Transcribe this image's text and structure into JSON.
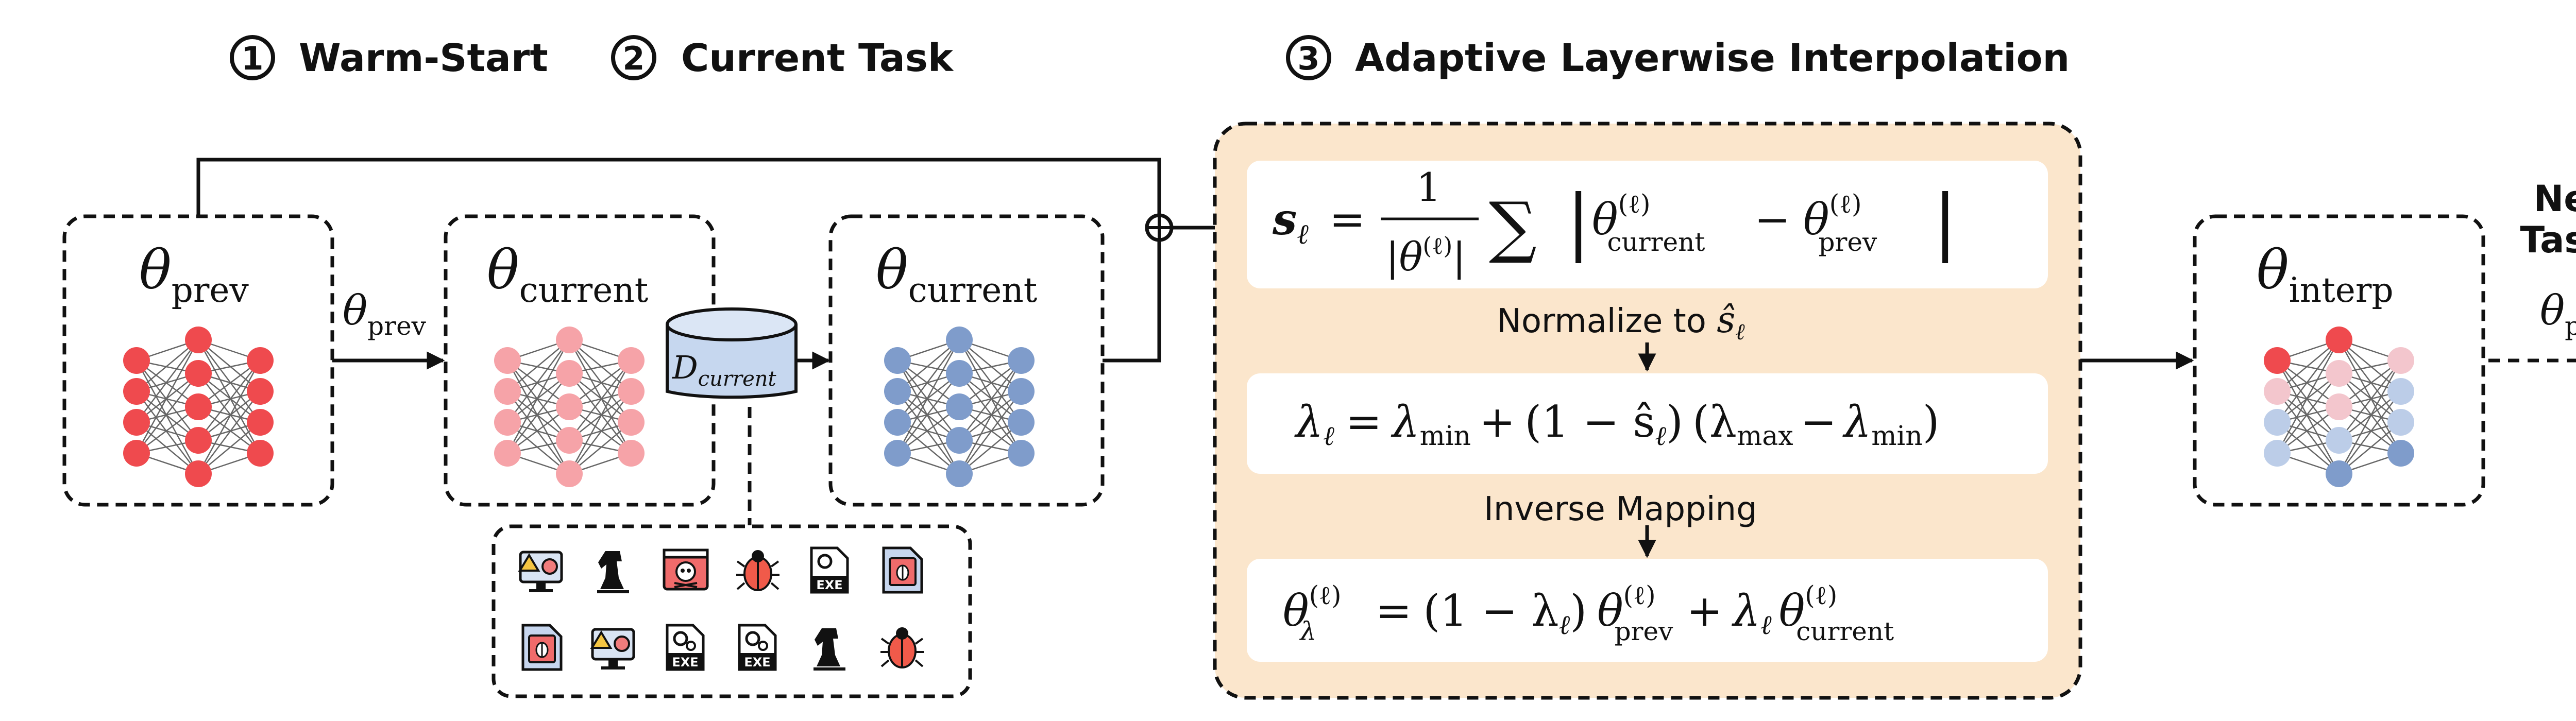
{
  "headers": {
    "warm_start": {
      "num": "1",
      "label": "Warm-Start"
    },
    "current_task": {
      "num": "2",
      "label": "Current Task"
    },
    "adaptive": {
      "num": "3",
      "label": "Adaptive Layerwise Interpolation"
    }
  },
  "boxes": {
    "prev": {
      "symbol": "θ",
      "subscript": "prev"
    },
    "current1": {
      "symbol": "θ",
      "subscript": "current"
    },
    "current2": {
      "symbol": "θ",
      "subscript": "current"
    },
    "interp": {
      "symbol": "θ",
      "subscript": "interp"
    }
  },
  "edge_labels": {
    "prev_to_current": {
      "symbol": "θ",
      "subscript": "prev"
    },
    "next_task_line1": "Next",
    "next_task_line2": "Task's",
    "next_task_symbol": {
      "symbol": "θ",
      "subscript": "prev"
    }
  },
  "dataset": {
    "symbol": "D",
    "subscript": "current"
  },
  "steps": {
    "normalize": {
      "text": "Normalize to ",
      "symbol": "ŝ",
      "subscript": "ℓ"
    },
    "inverse": {
      "text": "Inverse Mapping"
    }
  },
  "equations": {
    "score": {
      "lhs": "s",
      "lhs_sub": "ℓ",
      "eq": "=",
      "numerator": "1",
      "denominator": "|θ",
      "denominator_sup": "(ℓ)",
      "denominator_close": "|",
      "sum": "∑",
      "abs_open": "|",
      "term1": "θ",
      "term1_sup": "(ℓ)",
      "term1_sub": "current",
      "minus": "−",
      "term2": "θ",
      "term2_sup": "(ℓ)",
      "term2_sub": "prev",
      "abs_close": "|"
    },
    "lambda": {
      "lhs": "λ",
      "lhs_sub": "ℓ",
      "eq": "=",
      "lmin": "λ",
      "lmin_sub": "min",
      "plus": "+",
      "paren1": "(1 − ŝ",
      "paren1_sub": "ℓ",
      "paren1_close": ")",
      "paren2_open": "(λ",
      "lmax_sub": "max",
      "minus": "−",
      "lmin2": "λ",
      "lmin2_sub": "min",
      "paren2_close": ")"
    },
    "interp": {
      "lhs": "θ",
      "lhs_sup": "(ℓ)",
      "lhs_sub": "λ",
      "eq": "=",
      "paren": "(1 − λ",
      "paren_sub": "ℓ",
      "paren_close": ")",
      "t1": "θ",
      "t1_sup": "(ℓ)",
      "t1_sub": "prev",
      "plus": "+",
      "lam": "λ",
      "lam_sub": "ℓ",
      "t2": "θ",
      "t2_sup": "(ℓ)",
      "t2_sub": "current"
    }
  },
  "colors": {
    "prev_node": "#ef4a4e",
    "current_node": "#f6a3a8",
    "current2_node": "#7f9ccb",
    "interp_red": "#ef4a4e",
    "interp_pink": "#f3c6cd",
    "interp_blue": "#bccde8",
    "interp_dark": "#7f9ccb",
    "panel_fill": "#fbe6cc",
    "dataset_fill": "#c6d7ef"
  },
  "malware_icons": [
    "monitor-alert-icon",
    "trojan-horse-icon",
    "skull-window-icon",
    "bug-icon",
    "exe-file-icon",
    "bug-file-icon",
    "bug-file-icon",
    "monitor-alert-icon",
    "exe-gear-file-icon",
    "exe-gear-file-icon",
    "trojan-horse-icon",
    "bug-icon"
  ],
  "exe_label": "EXE"
}
